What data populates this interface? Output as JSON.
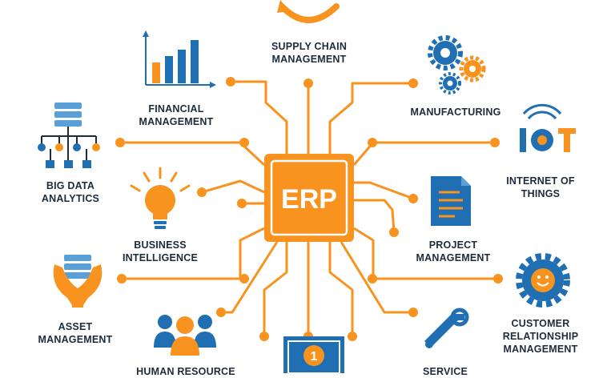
{
  "center": {
    "label": "ERP"
  },
  "modules": {
    "supply_chain": [
      "SUPPLY CHAIN",
      "MANAGEMENT"
    ],
    "financial": [
      "FINANCIAL",
      "MANAGEMENT"
    ],
    "manufacturing": [
      "MANUFACTURING"
    ],
    "big_data": [
      "BIG DATA",
      "ANALYTICS"
    ],
    "iot": [
      "INTERNET OF",
      "THINGS"
    ],
    "business_intelligence": [
      "BUSINESS",
      "INTELLIGENCE"
    ],
    "project": [
      "PROJECT",
      "MANAGEMENT"
    ],
    "asset": [
      "ASSET",
      "MANAGEMENT"
    ],
    "crm": [
      "CUSTOMER",
      "RELATIONSHIP",
      "MANAGEMENT"
    ],
    "hr": [
      "HUMAN RESOURCE"
    ],
    "service": [
      "SERVICE"
    ]
  },
  "icons": {
    "iot_text": "IOT",
    "coin_text": "1"
  },
  "colors": {
    "orange": "#f7931e",
    "chip_dark": "#e27a00",
    "navy": "#1d2b3a",
    "blue": "#1f6fb2",
    "light_blue": "#5aa0d8"
  }
}
